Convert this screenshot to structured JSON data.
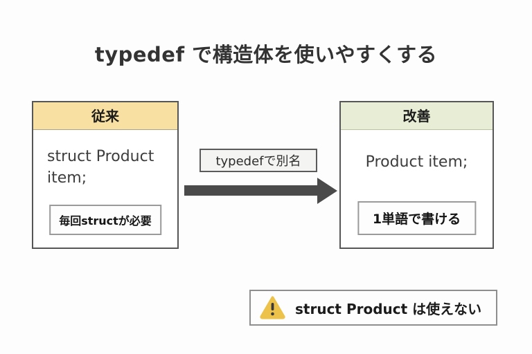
{
  "title": "typedef で構造体を使いやすくする",
  "cards": {
    "before": {
      "header": "従来",
      "code": "struct Product item;",
      "note": "毎回structが必要"
    },
    "after": {
      "header": "改善",
      "code": "Product item;",
      "note": "1単語で書ける"
    }
  },
  "arrow_label": "typedefで別名",
  "warning": {
    "icon": "warning-triangle-icon",
    "text": "struct Product は使えない"
  },
  "colors": {
    "before_header_bg": "#f7e0a1",
    "after_header_bg": "#e7eed5",
    "arrow": "#4a4a4a",
    "warning_yellow": "#edc24a",
    "border_dark": "#565656"
  }
}
